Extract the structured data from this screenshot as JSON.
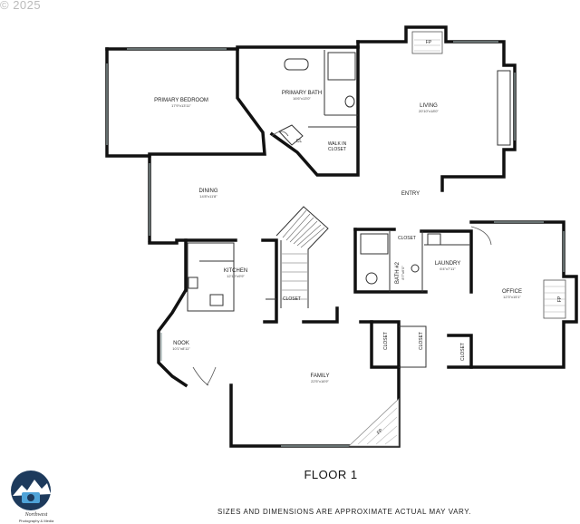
{
  "copyright": "© 2025",
  "floor_title": "FLOOR 1",
  "disclaimer": "SIZES AND DIMENSIONS ARE APPROXIMATE ACTUAL MAY VARY.",
  "logo": {
    "name": "Northwest",
    "sub": "Photography & Media"
  },
  "rooms": {
    "primary_bedroom": {
      "name": "PRIMARY BEDROOM",
      "dims": "17'9\"x13'11\""
    },
    "primary_bath": {
      "name": "PRIMARY BATH",
      "dims": "16'6\"x13'0\""
    },
    "living": {
      "name": "LIVING",
      "dims": "20'10\"x18'0\""
    },
    "walk_in_closet": {
      "line1": "WALK IN",
      "line2": "CLOSET"
    },
    "cl": "CL",
    "dining": {
      "name": "DINING",
      "dims": "14'8\"x11'8\""
    },
    "entry": "ENTRY",
    "kitchen": {
      "name": "KITCHEN",
      "dims": "12'10\"x9'9\""
    },
    "bath2": {
      "name": "BATH #2",
      "dims": "8'7\"x6'0\""
    },
    "laundry": {
      "name": "LAUNDRY",
      "dims": "6'4\"x7'11\""
    },
    "office": {
      "name": "OFFICE",
      "dims": "12'3\"x15'1\""
    },
    "nook": {
      "name": "NOOK",
      "dims": "10'1\"x8'11\""
    },
    "family": {
      "name": "FAMILY",
      "dims": "22'5\"x16'9\""
    },
    "closet_a": "CLOSET",
    "closet_b": "CLOSET",
    "closet_c": "CLOSET",
    "closet_d": "CLOSET",
    "closet_e": "CLOSET",
    "fp_living": "FP",
    "fp_office": "FP",
    "fp_family": "FP"
  }
}
